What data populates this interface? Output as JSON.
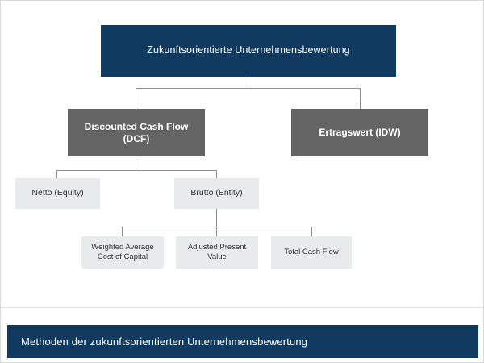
{
  "diagram": {
    "type": "hierarchy-tree",
    "title": "Zukunftsorientierte Unternehmensbewertung",
    "caption": "Methoden der zukunftsorientierten Unternehmensbewertung",
    "colors": {
      "root_fill": "#103A60",
      "level1_fill": "#646464",
      "leaf_fill": "#e8ebec",
      "connector": "#8e8e8e",
      "canvas": "#ffffff",
      "frame_border": "#d8dadc",
      "root_text": "#ffffff",
      "leaf_text": "#333333"
    },
    "nodes": {
      "root": {
        "label": "Zukunftsorientierte Unternehmensbewertung"
      },
      "dcf": {
        "label_line1": "Discounted Cash Flow",
        "label_line2": "(DCF)"
      },
      "ertragswert": {
        "label": "Ertragswert (IDW)"
      },
      "netto": {
        "label": "Netto (Equity)"
      },
      "brutto": {
        "label": "Brutto (Entity)"
      },
      "wacc": {
        "label_line1": "Weighted Average",
        "label_line2": "Cost of Capital"
      },
      "apv": {
        "label_line1": "Adjusted Present",
        "label_line2": "Value"
      },
      "tcf": {
        "label": "Total Cash Flow"
      }
    }
  }
}
